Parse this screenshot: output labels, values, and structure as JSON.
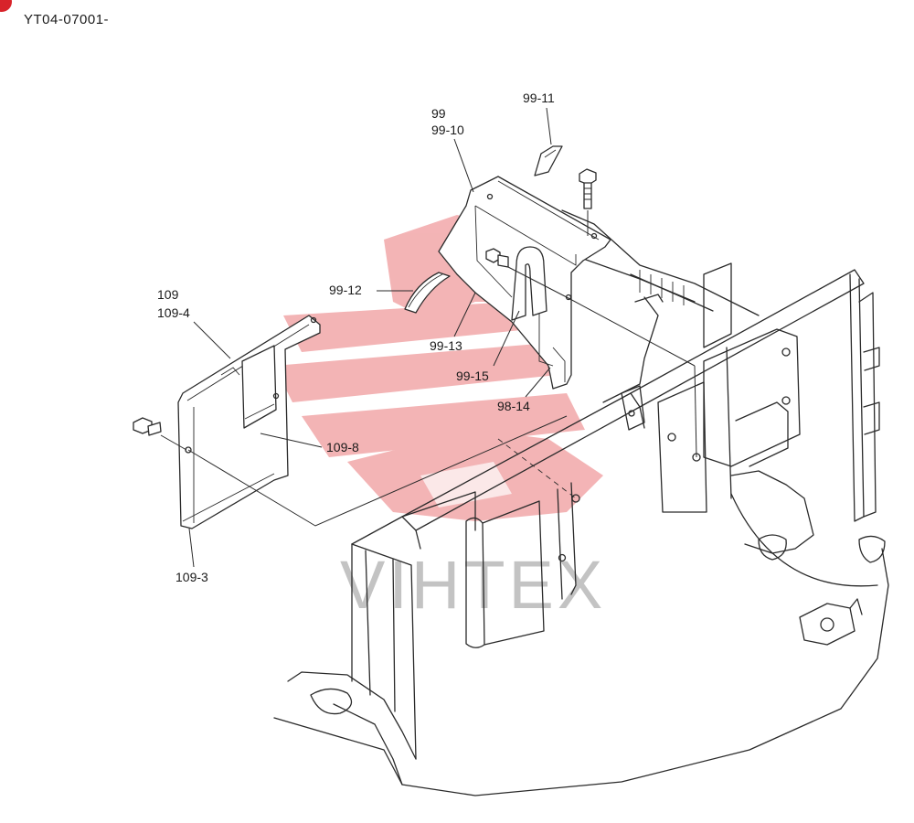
{
  "header": {
    "serial_code": "YT04-07001-"
  },
  "watermark": {
    "text": "VIHTEX",
    "logo_color": "#e8484f",
    "text_color": "#9a9a9a"
  },
  "callouts": [
    {
      "id": "99",
      "text": "99"
    },
    {
      "id": "99-10",
      "text": "99-10"
    },
    {
      "id": "99-11",
      "text": "99-11"
    },
    {
      "id": "99-12",
      "text": "99-12"
    },
    {
      "id": "99-13",
      "text": "99-13"
    },
    {
      "id": "99-15",
      "text": "99-15"
    },
    {
      "id": "98-14",
      "text": "98-14"
    },
    {
      "id": "109",
      "text": "109"
    },
    {
      "id": "109-4",
      "text": "109-4"
    },
    {
      "id": "109-8",
      "text": "109-8"
    },
    {
      "id": "109-3",
      "text": "109-3"
    }
  ]
}
